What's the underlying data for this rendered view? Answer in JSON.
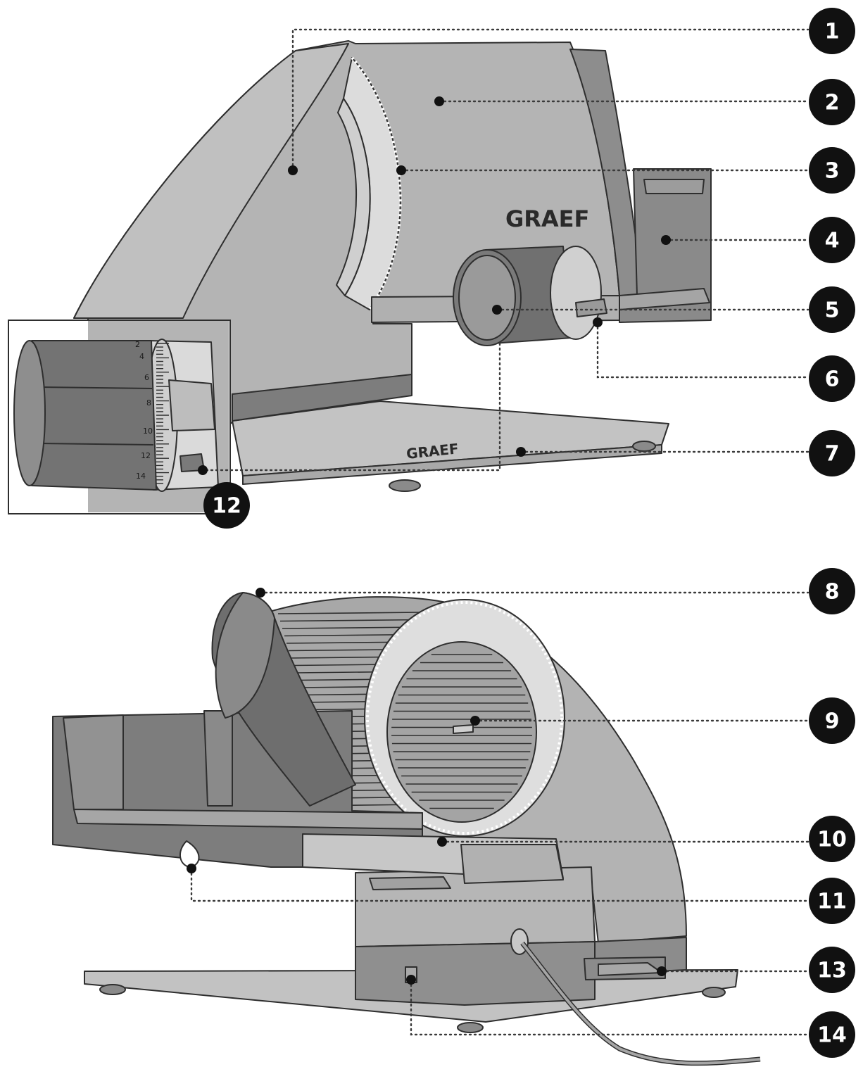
{
  "brand": {
    "front": "GRAEF",
    "base": "GRAEF"
  },
  "inset_scale": [
    "2",
    "4",
    "6",
    "8",
    "10",
    "12",
    "14"
  ],
  "callouts": [
    {
      "num": "1"
    },
    {
      "num": "2"
    },
    {
      "num": "3"
    },
    {
      "num": "4"
    },
    {
      "num": "5"
    },
    {
      "num": "6"
    },
    {
      "num": "7"
    },
    {
      "num": "8"
    },
    {
      "num": "9"
    },
    {
      "num": "10"
    },
    {
      "num": "11"
    },
    {
      "num": "12"
    },
    {
      "num": "13"
    },
    {
      "num": "14"
    }
  ],
  "colors": {
    "housing": "#b5b5b5",
    "housing_dark": "#8e8e8e",
    "blade": "#d9d9d9",
    "base": "#c2c2c2",
    "carriage": "#7f7f7f",
    "badge": "#111111"
  }
}
